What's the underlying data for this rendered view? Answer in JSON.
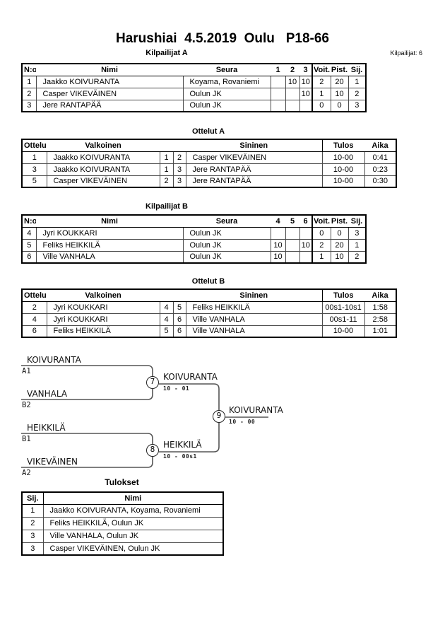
{
  "page": {
    "title": "Harushiai  4.5.2019  Oulu   P18-66",
    "competitors_label": "Kilpailijat: 6"
  },
  "pool_a": {
    "title": "Kilpailijat A",
    "headers": {
      "no": "N:o",
      "name": "Nimi",
      "club": "Seura",
      "g1": "1",
      "g2": "2",
      "g3": "3",
      "wins": "Voit.",
      "points": "Pist.",
      "place": "Sij."
    },
    "rows": [
      {
        "no": "1",
        "name": "Jaakko KOIVURANTA",
        "club": "Koyama, Rovaniemi",
        "games": [
          "",
          "10",
          "10"
        ],
        "wins": "2",
        "points": "20",
        "place": "1"
      },
      {
        "no": "2",
        "name": "Casper VIKEVÄINEN",
        "club": "Oulun JK",
        "games": [
          "",
          "",
          "10"
        ],
        "wins": "1",
        "points": "10",
        "place": "2"
      },
      {
        "no": "3",
        "name": "Jere RANTAPÄÄ",
        "club": "Oulun JK",
        "games": [
          "",
          "",
          ""
        ],
        "wins": "0",
        "points": "0",
        "place": "3"
      }
    ]
  },
  "matches_a": {
    "title": "Ottelut A",
    "headers": {
      "match": "Ottelu",
      "white": "Valkoinen",
      "blue": "Sininen",
      "result": "Tulos",
      "time": "Aika"
    },
    "rows": [
      {
        "match": "1",
        "white": "Jaakko KOIVURANTA",
        "white_no": "1",
        "blue_no": "2",
        "blue": "Casper VIKEVÄINEN",
        "result": "10-00",
        "time": "0:41"
      },
      {
        "match": "3",
        "white": "Jaakko KOIVURANTA",
        "white_no": "1",
        "blue_no": "3",
        "blue": "Jere RANTAPÄÄ",
        "result": "10-00",
        "time": "0:23"
      },
      {
        "match": "5",
        "white": "Casper VIKEVÄINEN",
        "white_no": "2",
        "blue_no": "3",
        "blue": "Jere RANTAPÄÄ",
        "result": "10-00",
        "time": "0:30"
      }
    ]
  },
  "pool_b": {
    "title": "Kilpailijat B",
    "headers": {
      "no": "N:o",
      "name": "Nimi",
      "club": "Seura",
      "g1": "4",
      "g2": "5",
      "g3": "6",
      "wins": "Voit.",
      "points": "Pist.",
      "place": "Sij."
    },
    "rows": [
      {
        "no": "4",
        "name": "Jyri KOUKKARI",
        "club": "Oulun JK",
        "games": [
          "",
          "",
          ""
        ],
        "wins": "0",
        "points": "0",
        "place": "3"
      },
      {
        "no": "5",
        "name": "Feliks HEIKKILÄ",
        "club": "Oulun JK",
        "games": [
          "10",
          "",
          "10"
        ],
        "wins": "2",
        "points": "20",
        "place": "1"
      },
      {
        "no": "6",
        "name": "Ville VANHALA",
        "club": "Oulun JK",
        "games": [
          "10",
          "",
          ""
        ],
        "wins": "1",
        "points": "10",
        "place": "2"
      }
    ]
  },
  "matches_b": {
    "title": "Ottelut B",
    "headers": {
      "match": "Ottelu",
      "white": "Valkoinen",
      "blue": "Sininen",
      "result": "Tulos",
      "time": "Aika"
    },
    "rows": [
      {
        "match": "2",
        "white": "Jyri KOUKKARI",
        "white_no": "4",
        "blue_no": "5",
        "blue": "Feliks HEIKKILÄ",
        "result": "00s1-10s1",
        "time": "1:58"
      },
      {
        "match": "4",
        "white": "Jyri KOUKKARI",
        "white_no": "4",
        "blue_no": "6",
        "blue": "Ville VANHALA",
        "result": "00s1-11",
        "time": "2:58"
      },
      {
        "match": "6",
        "white": "Feliks HEIKKILÄ",
        "white_no": "5",
        "blue_no": "6",
        "blue": "Ville VANHALA",
        "result": "10-00",
        "time": "1:01"
      }
    ]
  },
  "bracket": {
    "sf1": {
      "top_name": "KOIVURANTA",
      "top_seed": "A1",
      "bottom_name": "VANHALA",
      "bottom_seed": "B2",
      "match_no": "7",
      "winner": "KOIVURANTA",
      "score": "10 - 01"
    },
    "sf2": {
      "top_name": "HEIKKILÄ",
      "top_seed": "B1",
      "bottom_name": "VIKEVÄINEN",
      "bottom_seed": "A2",
      "match_no": "8",
      "winner": "HEIKKILÄ",
      "score": "10 - 00s1"
    },
    "final": {
      "match_no": "9",
      "winner": "KOIVURANTA",
      "score": "10 - 00"
    }
  },
  "results": {
    "title": "Tulokset",
    "headers": {
      "place": "Sij.",
      "name": "Nimi"
    },
    "rows": [
      {
        "place": "1",
        "name": "Jaakko KOIVURANTA, Koyama, Rovaniemi"
      },
      {
        "place": "2",
        "name": "Feliks HEIKKILÄ, Oulun JK"
      },
      {
        "place": "3",
        "name": "Ville VANHALA, Oulun JK"
      },
      {
        "place": "3",
        "name": "Casper VIKEVÄINEN, Oulun JK"
      }
    ]
  }
}
